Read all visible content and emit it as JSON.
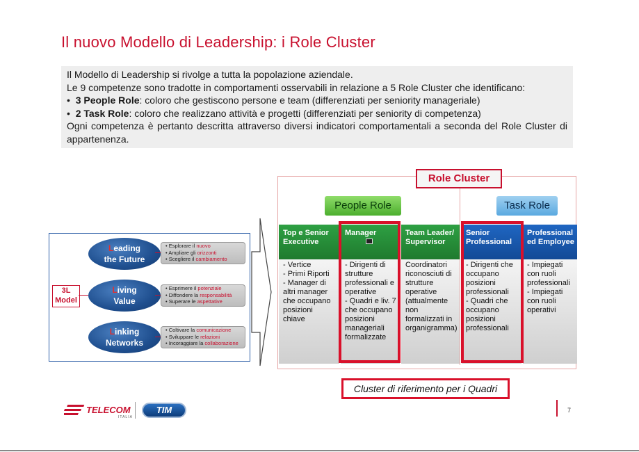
{
  "title": "Il nuovo Modello di Leadership: i Role Cluster",
  "intro": {
    "line1": "Il Modello di Leadership si rivolge a tutta la popolazione aziendale.",
    "line2": "Le 9 competenze sono tradotte in comportamenti osservabili in relazione a 5 Role Cluster che identificano:",
    "bullet1_bold": "3 People Role",
    "bullet1_rest": ":  coloro che gestiscono persone e team (differenziati per seniority manageriale)",
    "bullet2_bold": "2 Task Role",
    "bullet2_rest": ": coloro che realizzano attività e progetti (differenziati per seniority di competenza)",
    "line5": "Ogni competenza è pertanto descritta attraverso diversi indicatori comportamentali a seconda del Role Cluster di appartenenza."
  },
  "model": {
    "label": "3L Model",
    "items": [
      {
        "first": "L",
        "rest1": "eading",
        "line2": "the Future",
        "bullets": [
          {
            "a": "Esplorare il ",
            "b": "nuovo"
          },
          {
            "a": "Ampliare gli ",
            "b": "orizzonti"
          },
          {
            "a": "Scegliere il ",
            "b": "cambiamento"
          }
        ]
      },
      {
        "first": "L",
        "rest1": "iving",
        "line2": "Value",
        "bullets": [
          {
            "a": "Esprimere il ",
            "b": "potenziale"
          },
          {
            "a": "Diffondere la ",
            "b": "responsabilità"
          },
          {
            "a": "Superare le ",
            "b": "aspettative"
          }
        ]
      },
      {
        "first": "L",
        "rest1": "inking",
        "line2": "Networks",
        "bullets": [
          {
            "a": "Coltivare la ",
            "b": "comunicazione"
          },
          {
            "a": "Sviluppare le ",
            "b": "relazioni"
          },
          {
            "a": "Incoraggiare la ",
            "b": "collaborazione"
          }
        ]
      }
    ]
  },
  "role_cluster": {
    "label": "Role Cluster",
    "people_role": "People Role",
    "task_role": "Task Role",
    "columns": [
      {
        "header": "Top e Senior Executive",
        "body": "- Vertice\n- Primi Riporti\n- Manager di altri manager che occupano posizioni chiave"
      },
      {
        "header": "Manager",
        "body": "- Dirigenti di strutture professionali e operative\n- Quadri e liv. 7 che occupano posizioni manageriali formalizzate"
      },
      {
        "header": "Team Leader/ Supervisor",
        "body": "Coordinatori riconosciuti di strutture operative (attualmente non formalizzati in organigramma)"
      },
      {
        "header": "Senior Professional",
        "body": "- Dirigenti che occupano posizioni professionali\n- Quadri che occupano posizioni professionali"
      },
      {
        "header": "Professional ed Employee",
        "body": "- Impiegati con ruoli professionali\n- Impiegati con ruoli operativi"
      }
    ],
    "callout": "Cluster di riferimento per i Quadri"
  },
  "footer": {
    "telecom": "TELECOM",
    "telecom_sub": "ITALIA",
    "tim": "TIM",
    "page_number": "7"
  },
  "colors": {
    "accent_red": "#c8102e",
    "people_green": "#2ea043",
    "task_blue": "#1f66c2"
  }
}
